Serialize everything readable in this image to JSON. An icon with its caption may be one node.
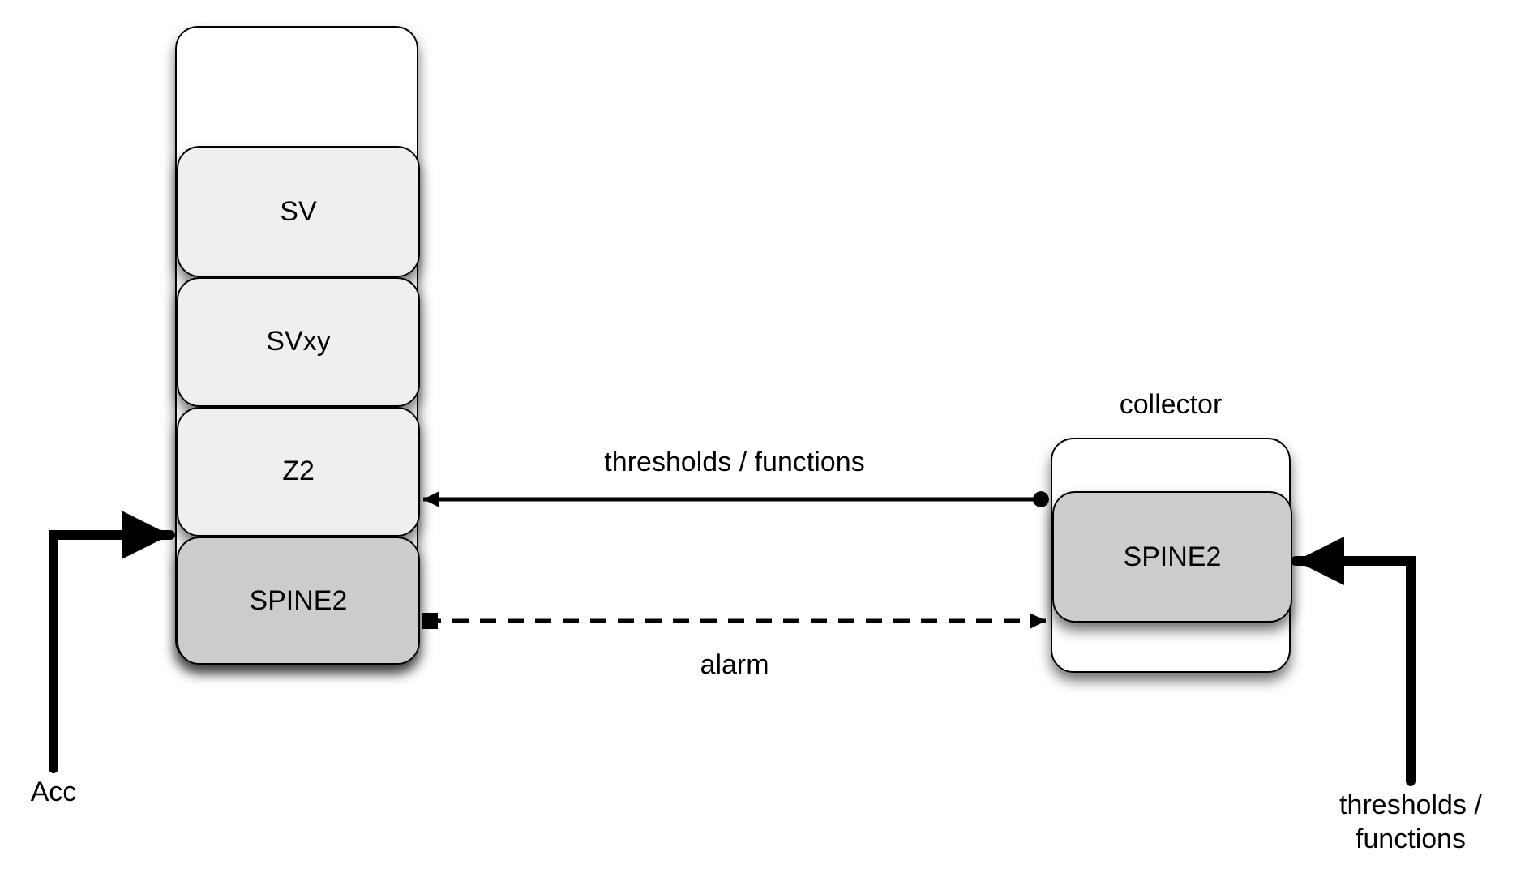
{
  "diagram": {
    "nodes": [
      {
        "text": [],
        "shape": "box"
      },
      {
        "text": [
          "SV"
        ],
        "in": 0
      },
      {
        "text": [
          "SVxy"
        ],
        "in": 0
      },
      {
        "text": [
          "Z2"
        ],
        "in": 0
      },
      {
        "text": [
          "SPINE2"
        ],
        "in": 0
      },
      {
        "text": [
          "collector"
        ]
      },
      {
        "text": [
          "SPINE2"
        ],
        "in": 5
      },
      {
        "text": [
          "Acc"
        ]
      },
      {
        "text": [
          "thresholds / functions"
        ]
      }
    ],
    "edges": [
      {
        "from": 7,
        "to": 0,
        "arrow": "to",
        "style": "thick"
      },
      {
        "from": 5,
        "to": 3,
        "arrow": "to",
        "label": "thresholds / functions"
      },
      {
        "from": 4,
        "to": 5,
        "arrow": "to",
        "label": "alarm",
        "style": "dashed"
      },
      {
        "from": 8,
        "to": 6,
        "arrow": "to",
        "style": "thick"
      }
    ]
  }
}
